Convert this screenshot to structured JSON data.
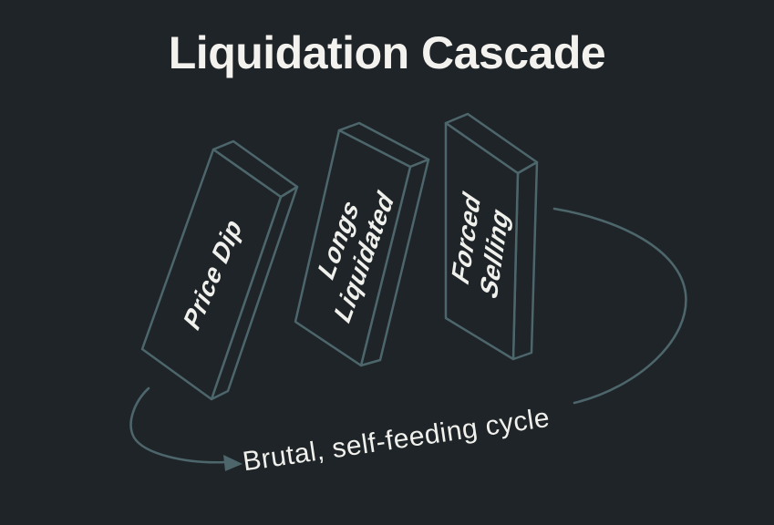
{
  "title": "Liquidation Cascade",
  "caption": "Brutal, self-feeding cycle",
  "dominoes": [
    {
      "lines": [
        "Price Dip"
      ]
    },
    {
      "lines": [
        "Longs",
        "Liquidated"
      ]
    },
    {
      "lines": [
        "Forced",
        "Selling"
      ]
    }
  ],
  "colors": {
    "background": "#1e2427",
    "line": "#4d666c",
    "title_text": "#f3f2ee",
    "label_text": "#f0f0ec"
  }
}
